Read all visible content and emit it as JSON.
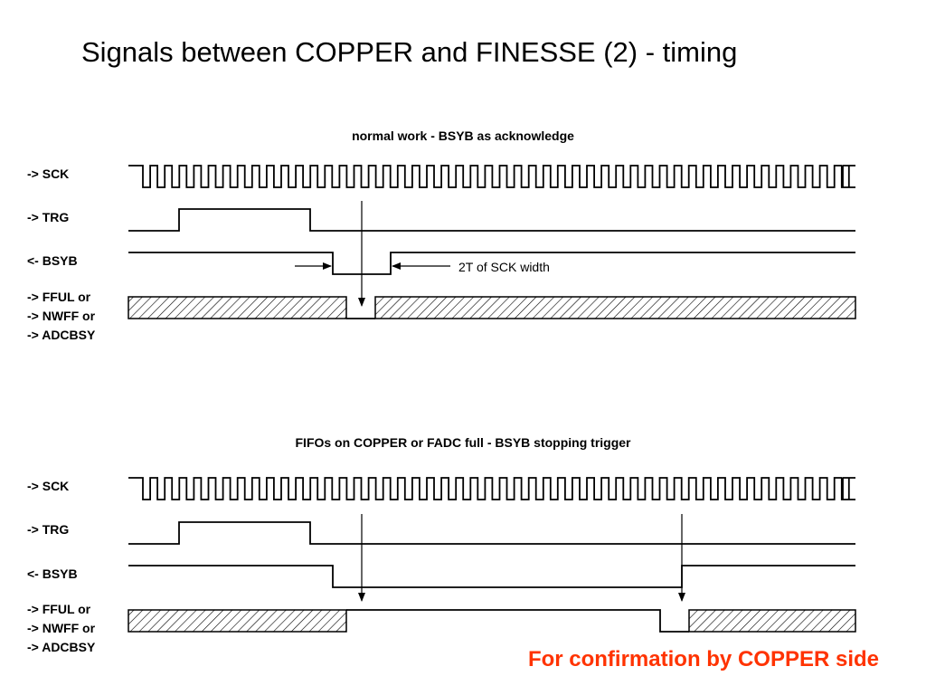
{
  "title": "Signals between COPPER and FINESSE (2) - timing",
  "panels": [
    {
      "subtitle": "normal work - BSYB as acknowledge",
      "labels": {
        "sck": "-> SCK",
        "trg": "-> TRG",
        "bsyb": "<- BSYB",
        "fful": "-> FFUL or",
        "nwff": "-> NWFF or",
        "adcbsy": "-> ADCBSY"
      },
      "note": "2T of SCK width"
    },
    {
      "subtitle": "FIFOs on COPPER or FADC full - BSYB stopping trigger",
      "labels": {
        "sck": "-> SCK",
        "trg": "-> TRG",
        "bsyb": "<- BSYB",
        "fful": "-> FFUL or",
        "nwff": "-> NWFF or",
        "adcbsy": "-> ADCBSY"
      }
    }
  ],
  "footer_note": "For confirmation by COPPER side",
  "colors": {
    "footer_note": "#ff3300",
    "lines": "#000000"
  }
}
